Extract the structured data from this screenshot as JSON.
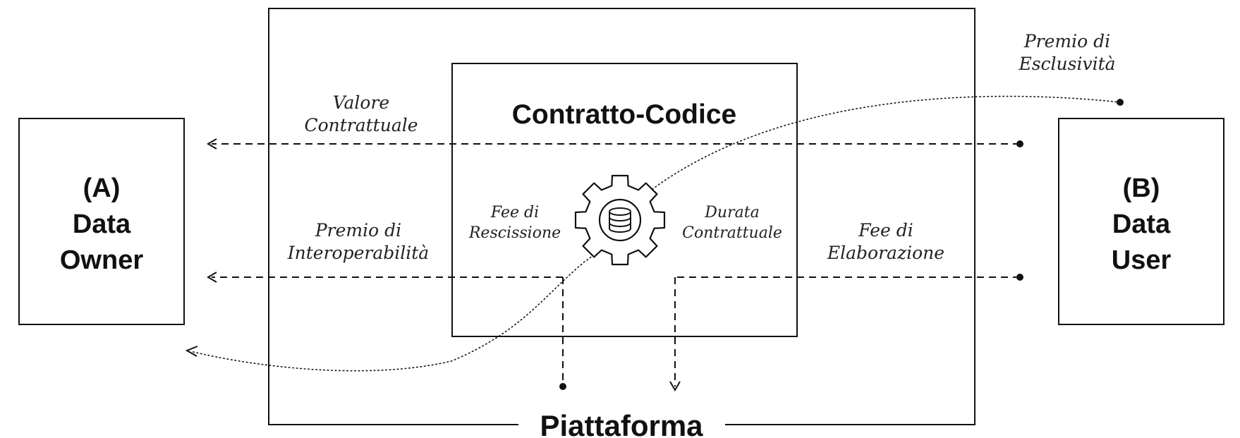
{
  "platform": {
    "label": "Piattaforma"
  },
  "contract": {
    "title": "Contratto-Codice"
  },
  "owner": {
    "tag": "(A)",
    "line1": "Data",
    "line2": "Owner"
  },
  "user": {
    "tag": "(B)",
    "line1": "Data",
    "line2": "User"
  },
  "flows": {
    "valore": [
      "Valore",
      "Contrattuale"
    ],
    "premio_interop": [
      "Premio di",
      "Interoperabilità"
    ],
    "fee_rescissione": [
      "Fee di",
      "Rescissione"
    ],
    "durata": [
      "Durata",
      "Contrattuale"
    ],
    "fee_elaborazione": [
      "Fee di",
      "Elaborazione"
    ],
    "premio_esclusivita": [
      "Premio di",
      "Esclusività"
    ]
  },
  "icons": {
    "engine": "gear-database-icon"
  }
}
